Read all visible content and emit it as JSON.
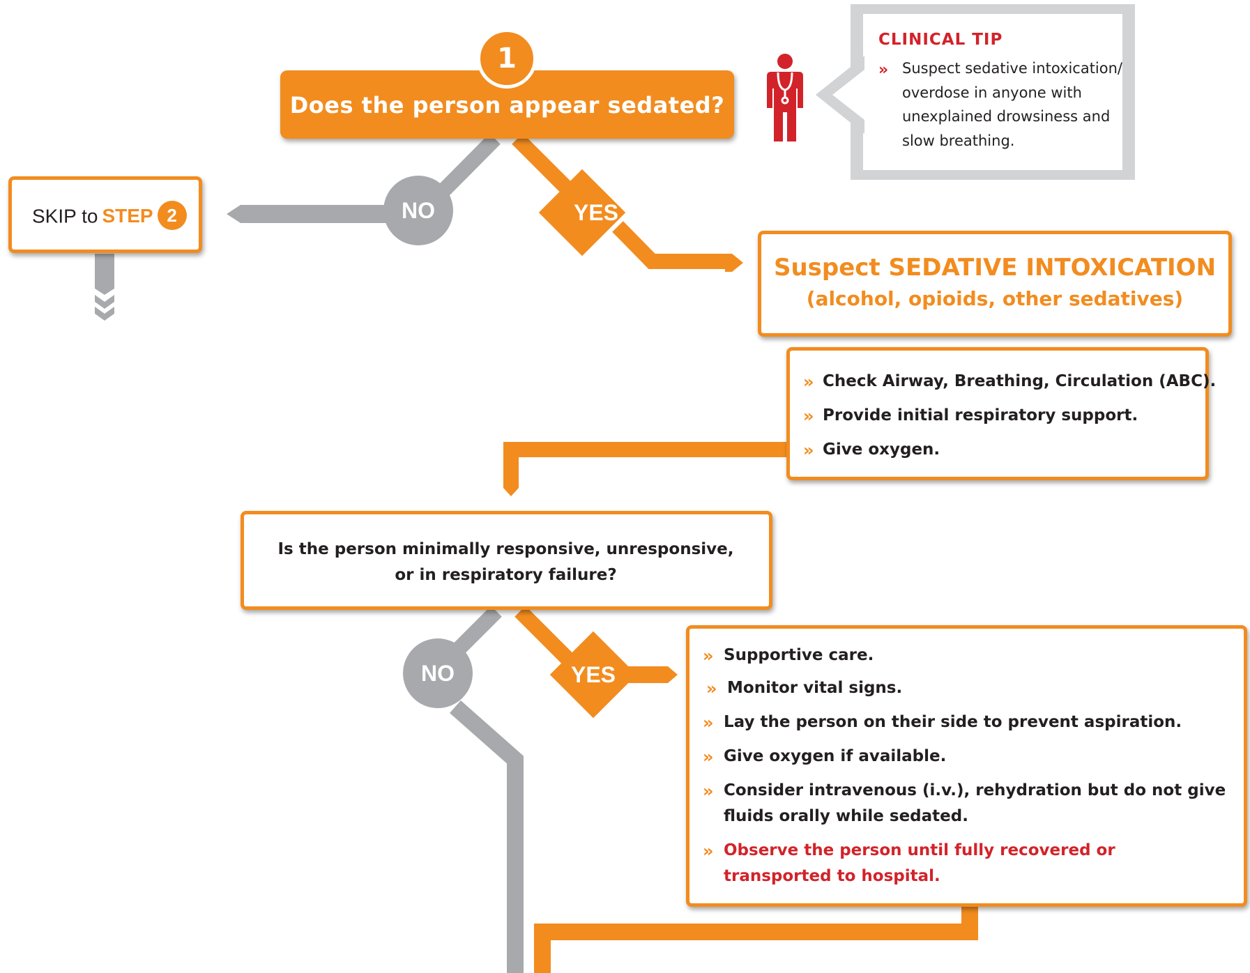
{
  "step1": {
    "number": "1",
    "question": "Does the person appear sedated?"
  },
  "no_label": "NO",
  "yes_label": "YES",
  "skip": {
    "prefix": "SKIP to",
    "step_word": "STEP",
    "step_number": "2"
  },
  "clinical_tip": {
    "title": "CLINICAL TIP",
    "bullet_glyph": "»",
    "lines": [
      "Suspect sedative intoxication/",
      "overdose in anyone with",
      "unexplained drowsiness and",
      "slow breathing."
    ]
  },
  "suspect": {
    "title": "Suspect SEDATIVE INTOXICATION",
    "subtitle": "(alcohol, opioids, other sedatives)"
  },
  "initial_actions": [
    "Check Airway, Breathing, Circulation (ABC).",
    "Provide initial respiratory support.",
    "Give oxygen."
  ],
  "question2": {
    "line1": "Is the person minimally responsive, unresponsive,",
    "line2": "or in respiratory failure?"
  },
  "care_actions": [
    "Supportive care.",
    "Monitor vital signs.",
    "Lay the person on their side to prevent aspiration.",
    "Give oxygen if available.",
    "Consider intravenous (i.v.), rehydration but do not give",
    "fluids orally while sedated.",
    "Observe the person until fully recovered or",
    "transported to hospital."
  ],
  "colors": {
    "orange": "#f28c1f",
    "gray": "#a7a9ac",
    "red": "#d2232a",
    "tip_frame": "#d1d3d4"
  },
  "icons": {
    "clinician": "doctor-stethoscope-icon",
    "chevron": "double-chevron-icon"
  }
}
